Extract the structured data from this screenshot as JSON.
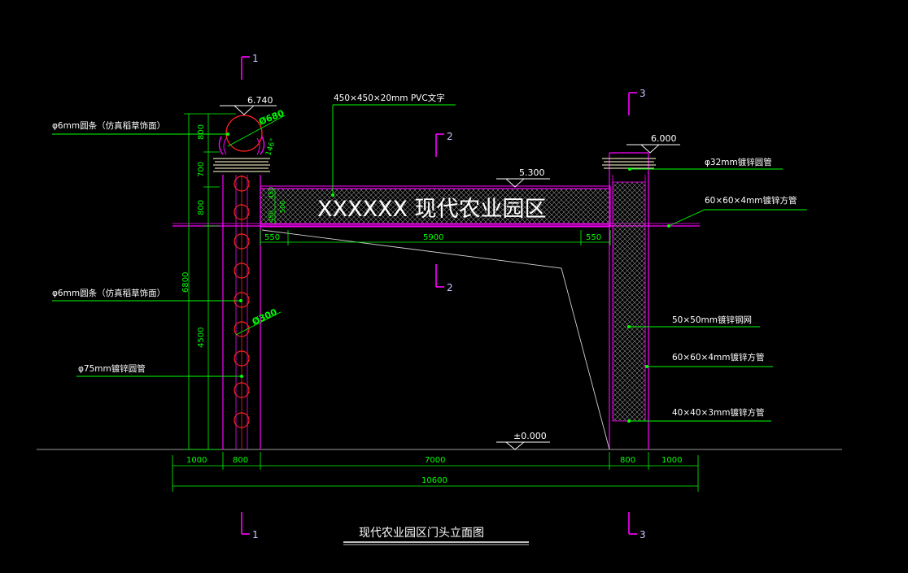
{
  "drawing": {
    "title": "现代农业园区门头立面图",
    "sign_text": "XXXXXX 现代农业园区"
  },
  "section_marks": {
    "s1_top": "1",
    "s1_bottom": "1",
    "s2_top": "2",
    "s2_bottom": "2",
    "s3_top": "3",
    "s3_bottom": "3"
  },
  "elevations": {
    "left_top": "6.740",
    "right_top": "6.000",
    "beam_top": "5.300",
    "ground": "±0.000"
  },
  "callouts": {
    "pvc_text": "450×450×20mm PVC文字",
    "rod_ball": "φ6mm圆条（仿真稻草饰面）",
    "rod_column": "φ6mm圆条（仿真稻草饰面）",
    "round_pipe_75": "φ75mm镀锌圆管",
    "round_pipe_32": "φ32mm镀锌圆管",
    "square_tube_60_top": "60×60×4mm镀锌方管",
    "mesh_50": "50×50mm镀锌钢网",
    "square_tube_60": "60×60×4mm镀锌方管",
    "square_tube_40": "40×40×3mm镀锌方管"
  },
  "dimensions": {
    "left_vertical": [
      "800",
      "700",
      "800",
      "4500"
    ],
    "left_total": "6800",
    "ball_diameter": "Ø680",
    "bead_diameter": "Ø300",
    "angle": "146°",
    "beam_height": [
      "450",
      "500",
      "450"
    ],
    "beam_spans": [
      "550",
      "5900",
      "550"
    ],
    "bottom_spans": [
      "1000",
      "800",
      "7000",
      "800",
      "1000"
    ],
    "bottom_total": "10600"
  },
  "colors": {
    "background": "#000000",
    "structure": "#ff00ff",
    "dimension": "#00ff00",
    "leader": "#00ff00",
    "ornament": "#ff2020",
    "text": "#ffffff",
    "rope": "#d8d4b0"
  }
}
